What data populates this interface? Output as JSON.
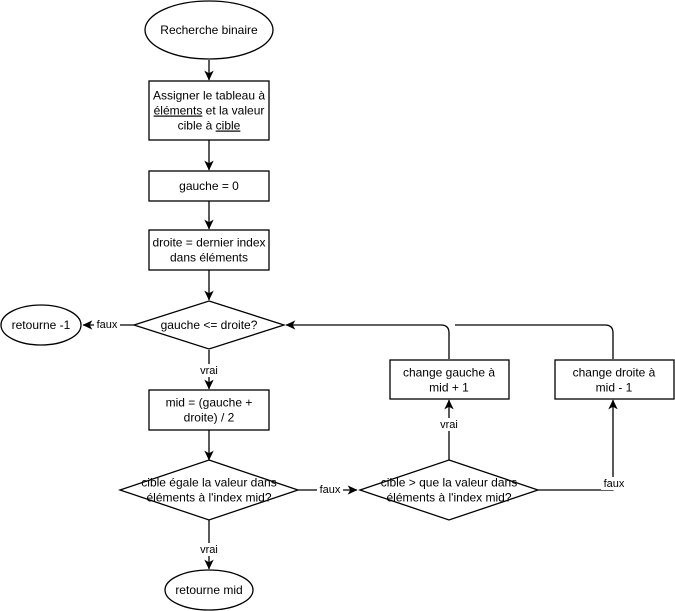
{
  "nodes": {
    "start": {
      "lines": [
        "Recherche binaire"
      ]
    },
    "assign": {
      "lines": [
        [
          {
            "t": "Assigner le tableau à"
          }
        ],
        [
          {
            "t": "éléments",
            "u": true
          },
          {
            "t": " et la valeur"
          }
        ],
        [
          {
            "t": "cible à "
          },
          {
            "t": "cible",
            "u": true
          }
        ]
      ]
    },
    "gauche_init": {
      "lines": [
        "gauche = 0"
      ]
    },
    "droite_init": {
      "lines": [
        "droite = dernier index",
        "dans éléments"
      ]
    },
    "loop_cond": {
      "lines": [
        "gauche <= droite?"
      ]
    },
    "return_fail": {
      "lines": [
        "retourne -1"
      ]
    },
    "mid_calc": {
      "lines": [
        "mid = (gauche +",
        "droite) / 2"
      ]
    },
    "equal_cond": {
      "lines": [
        "cible égale la valeur dans",
        "éléments à l'index mid?"
      ]
    },
    "return_mid": {
      "lines": [
        "retourne mid"
      ]
    },
    "greater_cond": {
      "lines": [
        "cible > que la valeur dans",
        "éléments à l'index mid?"
      ]
    },
    "change_left": {
      "lines": [
        "change gauche à",
        "mid + 1"
      ]
    },
    "change_right": {
      "lines": [
        "change droite à",
        "mid - 1"
      ]
    }
  },
  "edge_labels": {
    "loop_false": "faux",
    "loop_true": "vrai",
    "equal_false": "faux",
    "equal_true": "vrai",
    "greater_true": "vrai",
    "greater_false": "faux"
  }
}
